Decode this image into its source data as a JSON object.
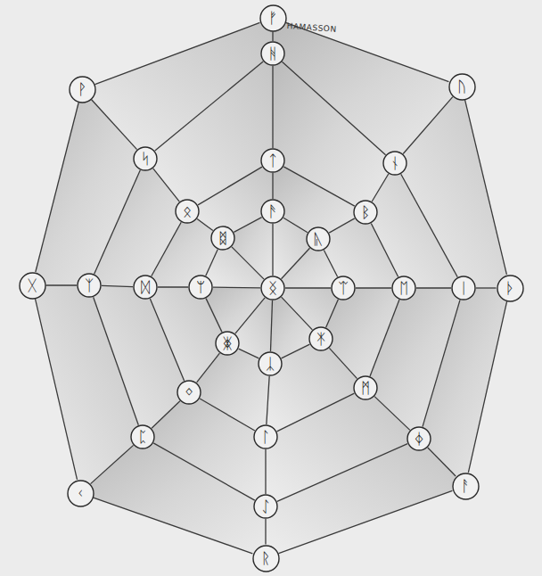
{
  "diagram": {
    "nodes": [
      {
        "text": [
          "ᚠ"
        ]
      },
      {
        "text": [
          "ᚢ"
        ]
      },
      {
        "text": [
          "ᚦ"
        ]
      },
      {
        "text": [
          "ᚨ"
        ]
      },
      {
        "text": [
          "ᚱ"
        ]
      },
      {
        "text": [
          "ᚲ"
        ]
      },
      {
        "text": [
          "ᚷ"
        ]
      },
      {
        "text": [
          "ᚹ"
        ]
      },
      {
        "text": [
          "ᚻ"
        ]
      },
      {
        "text": [
          "ᚾ"
        ]
      },
      {
        "text": [
          "ᛁ"
        ]
      },
      {
        "text": [
          "ᛄ"
        ]
      },
      {
        "text": [
          "ᛇ"
        ]
      },
      {
        "text": [
          "ᛈ"
        ]
      },
      {
        "text": [
          "ᛉ"
        ]
      },
      {
        "text": [
          "ᛋ"
        ]
      },
      {
        "text": [
          "ᛏ"
        ]
      },
      {
        "text": [
          "ᛒ"
        ]
      },
      {
        "text": [
          "ᛖ"
        ]
      },
      {
        "text": [
          "ᛗ"
        ]
      },
      {
        "text": [
          "ᛚ"
        ]
      },
      {
        "text": [
          "ᛜ"
        ]
      },
      {
        "text": [
          "ᛞ"
        ]
      },
      {
        "text": [
          "ᛟ"
        ]
      },
      {
        "text": [
          "ᚫ"
        ]
      },
      {
        "text": [
          "ᚣ"
        ]
      },
      {
        "text": [
          "ᛠ"
        ]
      },
      {
        "text": [
          "ᛡ"
        ]
      },
      {
        "text": [
          "ᛣ"
        ]
      },
      {
        "text": [
          "ᛤ"
        ]
      },
      {
        "text": [
          "ᛘ"
        ]
      },
      {
        "text": [
          "ᛥ"
        ]
      },
      {
        "text": [
          "ᛝ"
        ]
      }
    ],
    "edges": [
      {
        "from": 0,
        "to": 1,
        "arrow": "none"
      },
      {
        "from": 1,
        "to": 2,
        "arrow": "none"
      },
      {
        "from": 2,
        "to": 3,
        "arrow": "none"
      },
      {
        "from": 3,
        "to": 4,
        "arrow": "none"
      },
      {
        "from": 4,
        "to": 5,
        "arrow": "none"
      },
      {
        "from": 5,
        "to": 6,
        "arrow": "none"
      },
      {
        "from": 6,
        "to": 7,
        "arrow": "none"
      },
      {
        "from": 7,
        "to": 0,
        "arrow": "none"
      },
      {
        "from": 8,
        "to": 9,
        "arrow": "none"
      },
      {
        "from": 9,
        "to": 10,
        "arrow": "none"
      },
      {
        "from": 10,
        "to": 11,
        "arrow": "none"
      },
      {
        "from": 11,
        "to": 12,
        "arrow": "none"
      },
      {
        "from": 12,
        "to": 13,
        "arrow": "none"
      },
      {
        "from": 13,
        "to": 14,
        "arrow": "none"
      },
      {
        "from": 14,
        "to": 15,
        "arrow": "none"
      },
      {
        "from": 15,
        "to": 8,
        "arrow": "none"
      },
      {
        "from": 16,
        "to": 17,
        "arrow": "none"
      },
      {
        "from": 17,
        "to": 18,
        "arrow": "none"
      },
      {
        "from": 18,
        "to": 19,
        "arrow": "none"
      },
      {
        "from": 19,
        "to": 20,
        "arrow": "none"
      },
      {
        "from": 20,
        "to": 21,
        "arrow": "none"
      },
      {
        "from": 21,
        "to": 22,
        "arrow": "none"
      },
      {
        "from": 22,
        "to": 23,
        "arrow": "none"
      },
      {
        "from": 23,
        "to": 16,
        "arrow": "none"
      },
      {
        "from": 24,
        "to": 25,
        "arrow": "none"
      },
      {
        "from": 25,
        "to": 26,
        "arrow": "none"
      },
      {
        "from": 26,
        "to": 27,
        "arrow": "none"
      },
      {
        "from": 27,
        "to": 28,
        "arrow": "none"
      },
      {
        "from": 28,
        "to": 29,
        "arrow": "none"
      },
      {
        "from": 29,
        "to": 30,
        "arrow": "none"
      },
      {
        "from": 30,
        "to": 31,
        "arrow": "none"
      },
      {
        "from": 31,
        "to": 24,
        "arrow": "none"
      },
      {
        "from": 0,
        "to": 8,
        "arrow": "none"
      },
      {
        "from": 8,
        "to": 16,
        "arrow": "none"
      },
      {
        "from": 16,
        "to": 24,
        "arrow": "none"
      },
      {
        "from": 24,
        "to": 32,
        "arrow": "none"
      },
      {
        "from": 1,
        "to": 9,
        "arrow": "none"
      },
      {
        "from": 9,
        "to": 17,
        "arrow": "none"
      },
      {
        "from": 17,
        "to": 25,
        "arrow": "none"
      },
      {
        "from": 25,
        "to": 32,
        "arrow": "none"
      },
      {
        "from": 2,
        "to": 10,
        "arrow": "none"
      },
      {
        "from": 10,
        "to": 18,
        "arrow": "none"
      },
      {
        "from": 18,
        "to": 26,
        "arrow": "none"
      },
      {
        "from": 26,
        "to": 32,
        "arrow": "none"
      },
      {
        "from": 3,
        "to": 11,
        "arrow": "none"
      },
      {
        "from": 11,
        "to": 19,
        "arrow": "none"
      },
      {
        "from": 19,
        "to": 27,
        "arrow": "none"
      },
      {
        "from": 27,
        "to": 32,
        "arrow": "none"
      },
      {
        "from": 4,
        "to": 12,
        "arrow": "none"
      },
      {
        "from": 12,
        "to": 20,
        "arrow": "none"
      },
      {
        "from": 20,
        "to": 28,
        "arrow": "none"
      },
      {
        "from": 28,
        "to": 32,
        "arrow": "none"
      },
      {
        "from": 5,
        "to": 13,
        "arrow": "none"
      },
      {
        "from": 13,
        "to": 21,
        "arrow": "none"
      },
      {
        "from": 21,
        "to": 29,
        "arrow": "none"
      },
      {
        "from": 29,
        "to": 32,
        "arrow": "none"
      },
      {
        "from": 6,
        "to": 14,
        "arrow": "none"
      },
      {
        "from": 14,
        "to": 22,
        "arrow": "none"
      },
      {
        "from": 22,
        "to": 30,
        "arrow": "none"
      },
      {
        "from": 30,
        "to": 32,
        "arrow": "none"
      },
      {
        "from": 7,
        "to": 15,
        "arrow": "none"
      },
      {
        "from": 15,
        "to": 23,
        "arrow": "none"
      },
      {
        "from": 23,
        "to": 31,
        "arrow": "none"
      },
      {
        "from": 31,
        "to": 32,
        "arrow": "none"
      }
    ],
    "labels": [
      "HAMASSON"
    ]
  }
}
